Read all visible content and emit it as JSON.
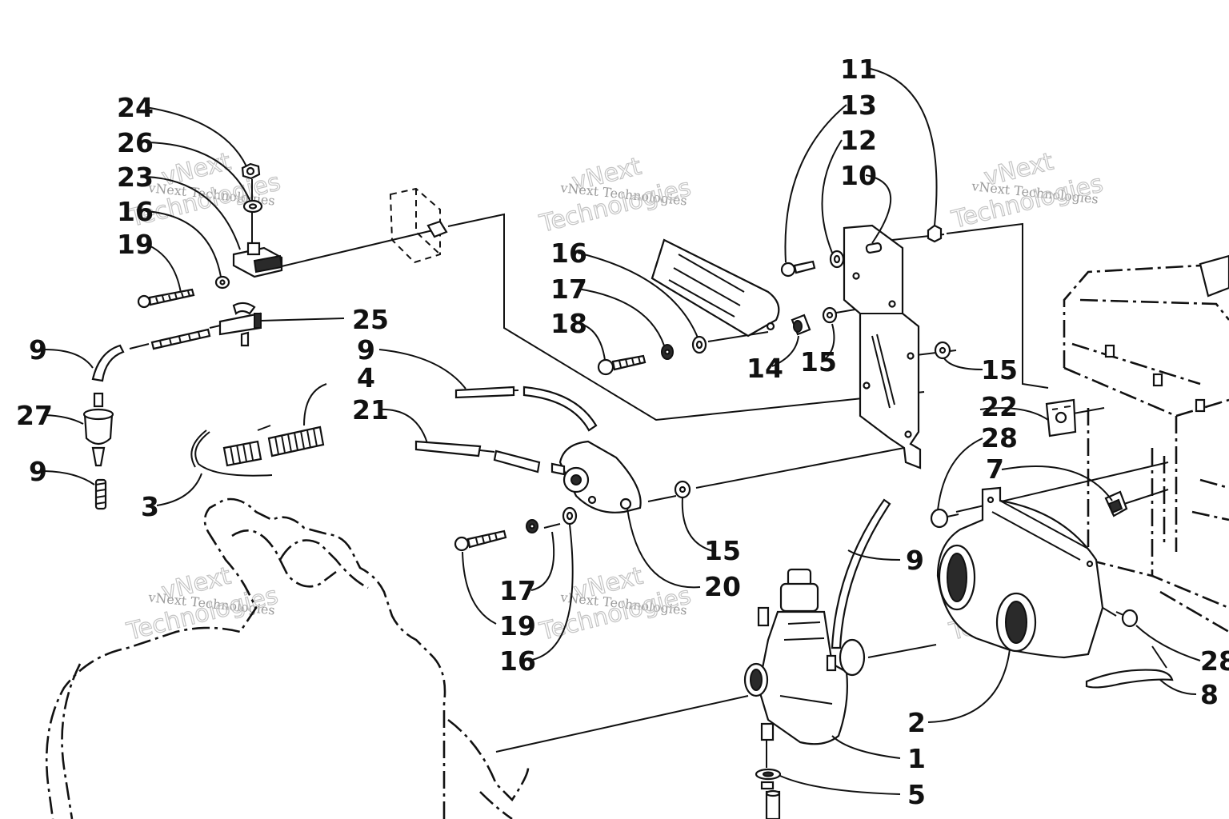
{
  "callouts": {
    "c1": "1",
    "c2": "2",
    "c3": "3",
    "c4": "4",
    "c5": "5",
    "c7": "7",
    "c8": "8",
    "c9a": "9",
    "c9b": "9",
    "c9c": "9",
    "c9d": "9",
    "c10": "10",
    "c11": "11",
    "c12": "12",
    "c13": "13",
    "c14": "14",
    "c15a": "15",
    "c15b": "15",
    "c15c": "15",
    "c16a": "16",
    "c16b": "16",
    "c16c": "16",
    "c17a": "17",
    "c17b": "17",
    "c18": "18",
    "c19a": "19",
    "c19b": "19",
    "c20": "20",
    "c21": "21",
    "c22": "22",
    "c23": "23",
    "c24": "24",
    "c25": "25",
    "c26": "26",
    "c27": "27",
    "c28a": "28",
    "c28b": "28"
  },
  "watermark": {
    "line1": "vNext Technologies",
    "brand": "vNext",
    "line2": "Technologies"
  },
  "icons": {
    "fuel_filter": "fuel-filter-icon",
    "fuel_valve": "fuel-valve-icon",
    "fuel_pump": "fuel-pump-icon",
    "carburetor": "carburetor-icon",
    "air_silencer": "air-silencer-icon",
    "mounting_bracket": "mounting-bracket-icon"
  }
}
